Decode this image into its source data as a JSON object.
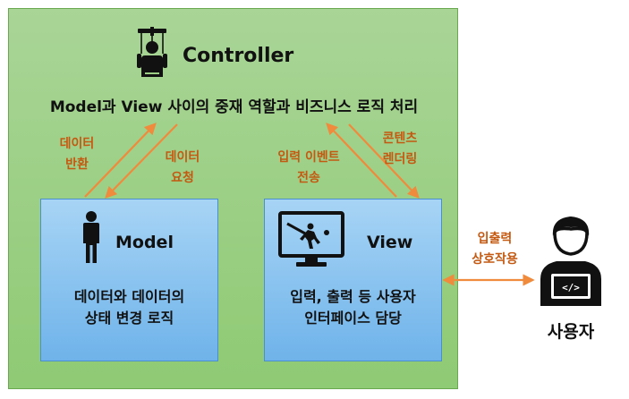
{
  "controller": {
    "title": "Controller",
    "description": "Model과 View 사이의 중재 역할과 비즈니스 로직 처리",
    "icon": "puppet-icon"
  },
  "model": {
    "title": "Model",
    "description_line1": "데이터와 데이터의",
    "description_line2": "상태 변경 로직",
    "icon": "person-icon"
  },
  "view": {
    "title": "View",
    "description_line1": "입력, 출력 등 사용자",
    "description_line2": "인터페이스 담당",
    "icon": "monitor-icon"
  },
  "user": {
    "title": "사용자",
    "icon": "user-laptop-icon"
  },
  "arrows": {
    "model_return_line1": "데이터",
    "model_return_line2": "반환",
    "model_request_line1": "데이터",
    "model_request_line2": "요청",
    "view_input_line1": "입력 이벤트",
    "view_input_line2": "전송",
    "view_render_line1": "콘텐츠",
    "view_render_line2": "렌더링",
    "user_io_line1": "입출력",
    "user_io_line2": "상호작용"
  },
  "colors": {
    "controller_bg": "#9cce85",
    "box_bg": "#8cc4ef",
    "arrow": "#f08a3c",
    "label": "#c45911"
  }
}
